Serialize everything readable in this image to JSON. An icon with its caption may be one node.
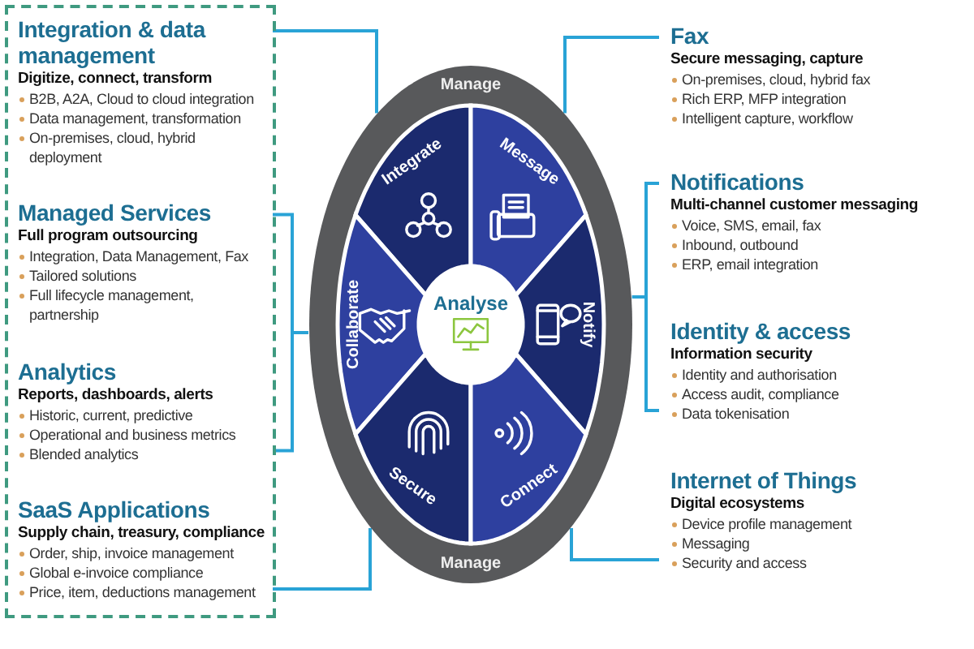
{
  "diagram": {
    "nodes": [
      {
        "text": [],
        "shape": "box"
      },
      {
        "text": [
          "Integration & data management",
          "Digitize, connect, transform",
          "B2B, A2A, Cloud to cloud integration",
          "Data management, transformation",
          "On-premises, cloud, hybrid deployment"
        ],
        "in": 0
      },
      {
        "text": [
          "Managed Services",
          "Full program outsourcing",
          "Integration, Data Management, Fax",
          "Tailored solutions",
          "Full lifecycle management, partnership"
        ],
        "in": 0
      },
      {
        "text": [
          "Analytics",
          "Reports, dashboards, alerts",
          "Historic, current, predictive",
          "Operational and business metrics",
          "Blended analytics"
        ],
        "in": 0
      },
      {
        "text": [
          "SaaS Applications",
          "Supply chain, treasury, compliance",
          "Order, ship, invoice management",
          "Global e-invoice compliance",
          "Price, item, deductions management"
        ],
        "in": 0
      },
      {
        "text": [
          "Manage",
          "Manage"
        ]
      },
      {
        "text": [
          "Integrate"
        ],
        "in": 5
      },
      {
        "text": [
          "Message"
        ],
        "in": 5
      },
      {
        "text": [
          "Collaborate"
        ],
        "in": 5
      },
      {
        "text": [
          "Analyse"
        ],
        "in": 5
      },
      {
        "text": [
          "Notify"
        ],
        "in": 5
      },
      {
        "text": [
          "Secure"
        ],
        "in": 5
      },
      {
        "text": [
          "Connect"
        ],
        "in": 5
      },
      {
        "text": [
          "Fax",
          "Secure messaging, capture",
          "On-premises, cloud, hybrid fax",
          "Rich ERP, MFP integration",
          "Intelligent capture, workflow"
        ]
      },
      {
        "text": [
          "Notifications",
          "Multi-channel customer messaging",
          "Voice, SMS, email, fax",
          "Inbound, outbound",
          "ERP, email integration"
        ]
      },
      {
        "text": [
          "Identity & access",
          "Information security",
          "Identity and authorisation",
          "Access audit, compliance",
          "Data tokenisation"
        ]
      },
      {
        "text": [
          "Internet of Things",
          "Digital ecosystems",
          "Device profile management",
          "Messaging",
          "Security and access"
        ]
      }
    ],
    "edges": [
      {
        "from": 5,
        "to": 1,
        "arrow": "none"
      },
      {
        "from": 5,
        "to": 2,
        "arrow": "none"
      },
      {
        "from": 5,
        "to": 3,
        "arrow": "none"
      },
      {
        "from": 5,
        "to": 4,
        "arrow": "none"
      },
      {
        "from": 5,
        "to": 13,
        "arrow": "none"
      },
      {
        "from": 5,
        "to": 14,
        "arrow": "none"
      },
      {
        "from": 5,
        "to": 15,
        "arrow": "none"
      },
      {
        "from": 5,
        "to": 16,
        "arrow": "none"
      }
    ]
  }
}
